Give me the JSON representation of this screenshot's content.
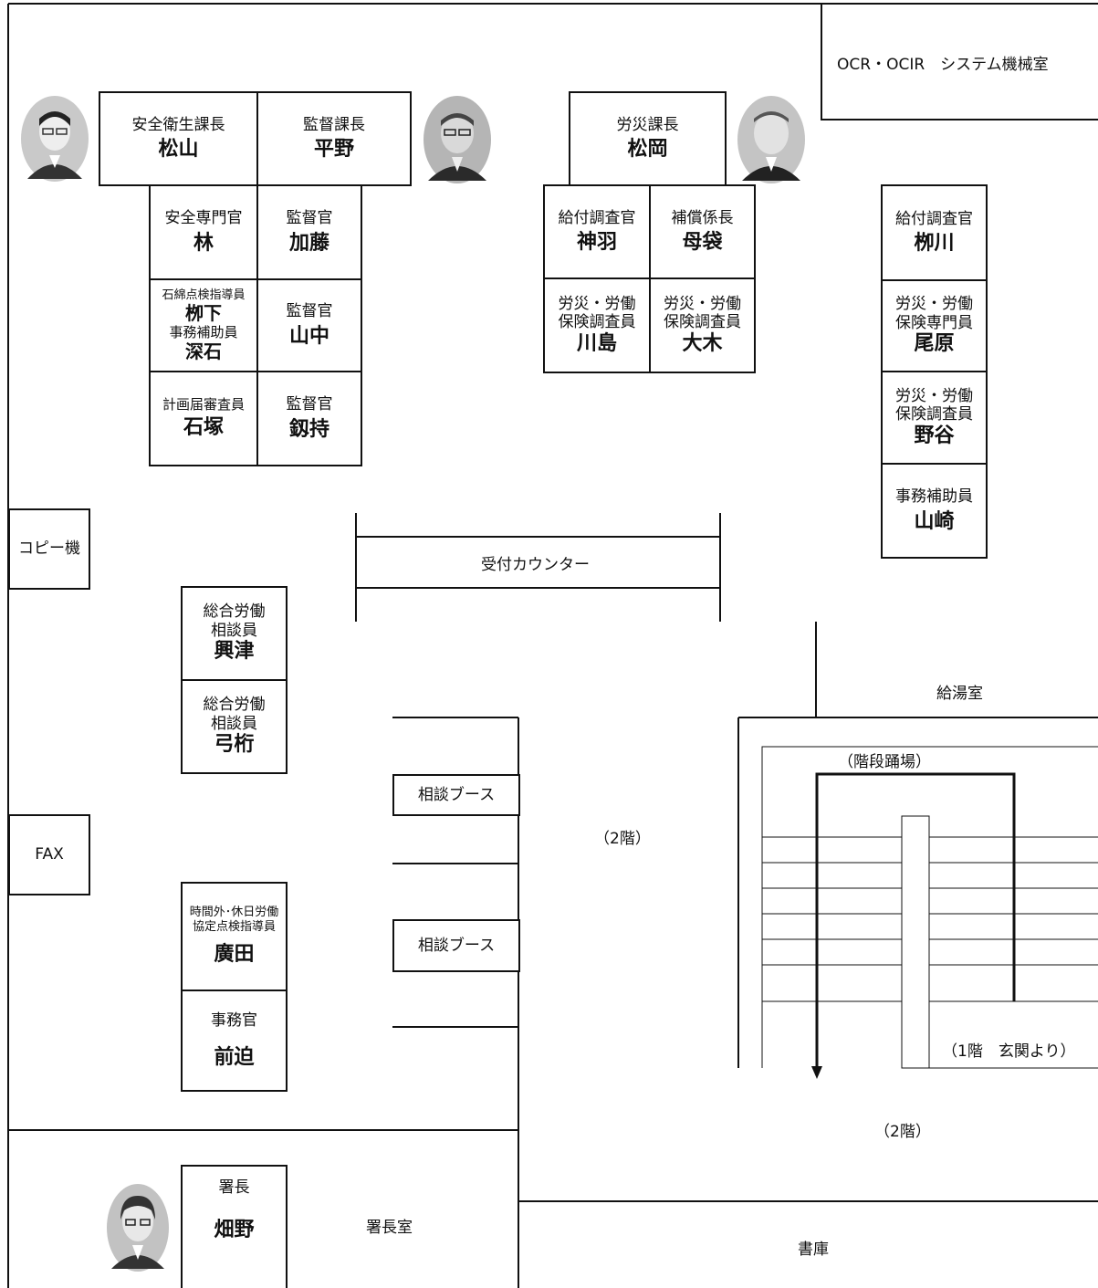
{
  "rooms": {
    "ocr": "OCR・OCIR　システム機械室",
    "copy": "コピー機",
    "fax": "FAX",
    "counter": "受付カウンター",
    "kitchen": "給湯室",
    "booth1": "相談ブース",
    "booth2": "相談ブース",
    "floor_center": "（2階）",
    "landing": "（階段踊場）",
    "entrance": "（1階　玄関より）",
    "floor_stairs": "（2階）",
    "director_room": "署長室",
    "library": "書庫"
  },
  "managers": {
    "safety": {
      "title": "安全衛生課長",
      "name": "松山"
    },
    "supervision": {
      "title": "監督課長",
      "name": "平野"
    },
    "rosai": {
      "title": "労災課長",
      "name": "松岡"
    },
    "director": {
      "title": "署長",
      "name": "畑野"
    }
  },
  "safety_staff": [
    {
      "title": "安全専門官",
      "name": "林"
    },
    {
      "title1": "石綿点検指導員",
      "name1": "栁下",
      "title2": "事務補助員",
      "name2": "深石"
    },
    {
      "title": "計画届審査員",
      "name": "石塚"
    }
  ],
  "supervision_staff": [
    {
      "title": "監督官",
      "name": "加藤"
    },
    {
      "title": "監督官",
      "name": "山中"
    },
    {
      "title": "監督官",
      "name": "釼持"
    }
  ],
  "rosai_staff": [
    {
      "title": "給付調査官",
      "name": "神羽"
    },
    {
      "title": "補償係長",
      "name": "母袋"
    },
    {
      "title1": "労災・労働",
      "title2": "保険調査員",
      "name": "川島"
    },
    {
      "title1": "労災・労働",
      "title2": "保険調査員",
      "name": "大木"
    }
  ],
  "right_staff": [
    {
      "title": "給付調査官",
      "name": "栁川"
    },
    {
      "title1": "労災・労働",
      "title2": "保険専門員",
      "name": "尾原"
    },
    {
      "title1": "労災・労働",
      "title2": "保険調査員",
      "name": "野谷"
    },
    {
      "title": "事務補助員",
      "name": "山崎"
    }
  ],
  "left_staff": [
    {
      "title1": "総合労働",
      "title2": "相談員",
      "name": "興津"
    },
    {
      "title1": "総合労働",
      "title2": "相談員",
      "name": "弓桁"
    },
    {
      "title1": "時間外･休日労働",
      "title2": "協定点検指導員",
      "name": "廣田"
    },
    {
      "title": "事務官",
      "name": "前迫"
    }
  ],
  "photos": [
    "portrait-photo",
    "portrait-photo",
    "portrait-photo",
    "portrait-photo"
  ]
}
